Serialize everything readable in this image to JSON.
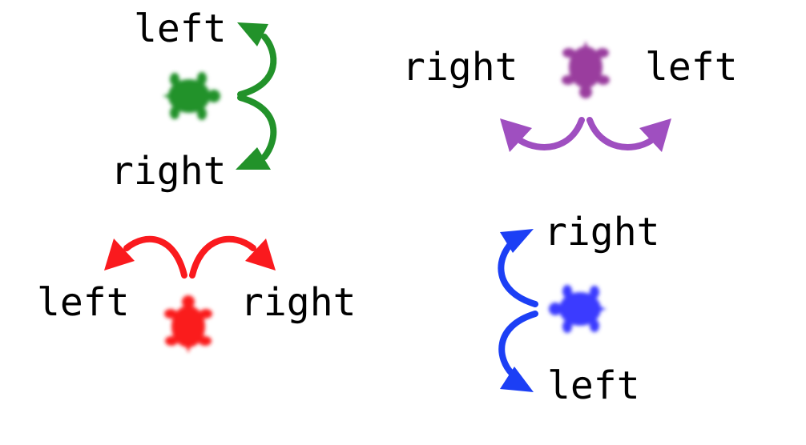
{
  "green": {
    "label_top": "left",
    "label_bottom": "right",
    "color": "#22922a"
  },
  "purple": {
    "label_left": "right",
    "label_right": "left",
    "color": "#9a3c9e",
    "arrow_color": "#9f4fc0"
  },
  "red": {
    "label_left": "left",
    "label_right": "right",
    "color": "#fa1a1e"
  },
  "blue": {
    "label_top": "right",
    "label_bottom": "left",
    "color": "#3a3aff",
    "arrow_color": "#1c3ff5"
  }
}
